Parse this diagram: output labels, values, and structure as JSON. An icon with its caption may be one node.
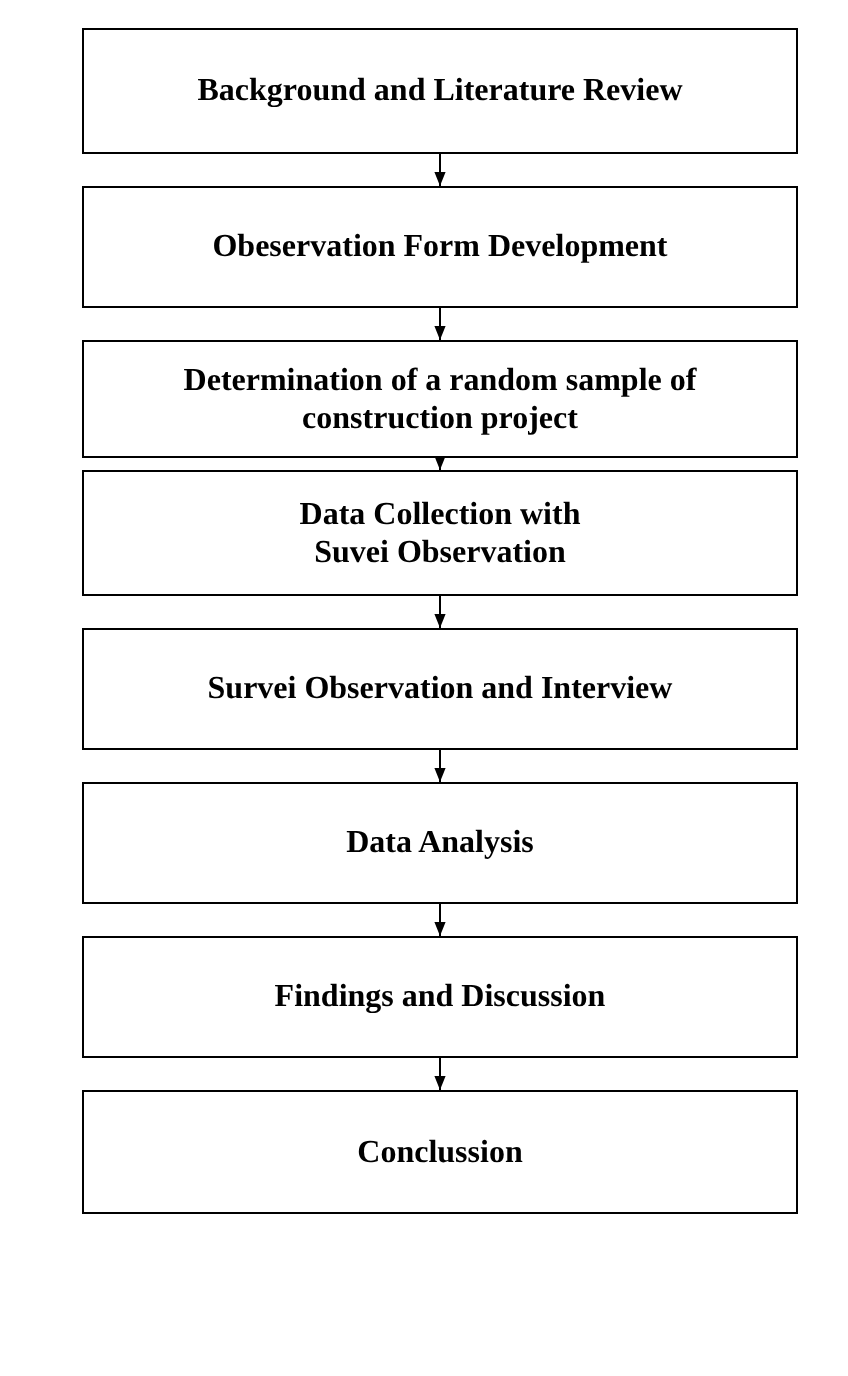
{
  "diagram": {
    "nodes": [
      {
        "text": [
          "Background and Literature Review"
        ]
      },
      {
        "text": [
          "Obeservation Form Development"
        ]
      },
      {
        "text": [
          "Determination of a random sample of construction project"
        ]
      },
      {
        "text": [
          "Data Collection with Suvei Observation"
        ]
      },
      {
        "text": [
          "Survei Observation and Interview"
        ]
      },
      {
        "text": [
          "Data Analysis"
        ]
      },
      {
        "text": [
          "Findings and Discussion"
        ]
      },
      {
        "text": [
          "Conclussion"
        ]
      }
    ],
    "edges": [
      {
        "from": 0,
        "to": 1,
        "arrow": "to"
      },
      {
        "from": 1,
        "to": 2,
        "arrow": "to"
      },
      {
        "from": 2,
        "to": 3,
        "arrow": "to"
      },
      {
        "from": 3,
        "to": 4,
        "arrow": "to"
      },
      {
        "from": 4,
        "to": 5,
        "arrow": "to"
      },
      {
        "from": 5,
        "to": 6,
        "arrow": "to"
      },
      {
        "from": 6,
        "to": 7,
        "arrow": "to"
      }
    ]
  }
}
